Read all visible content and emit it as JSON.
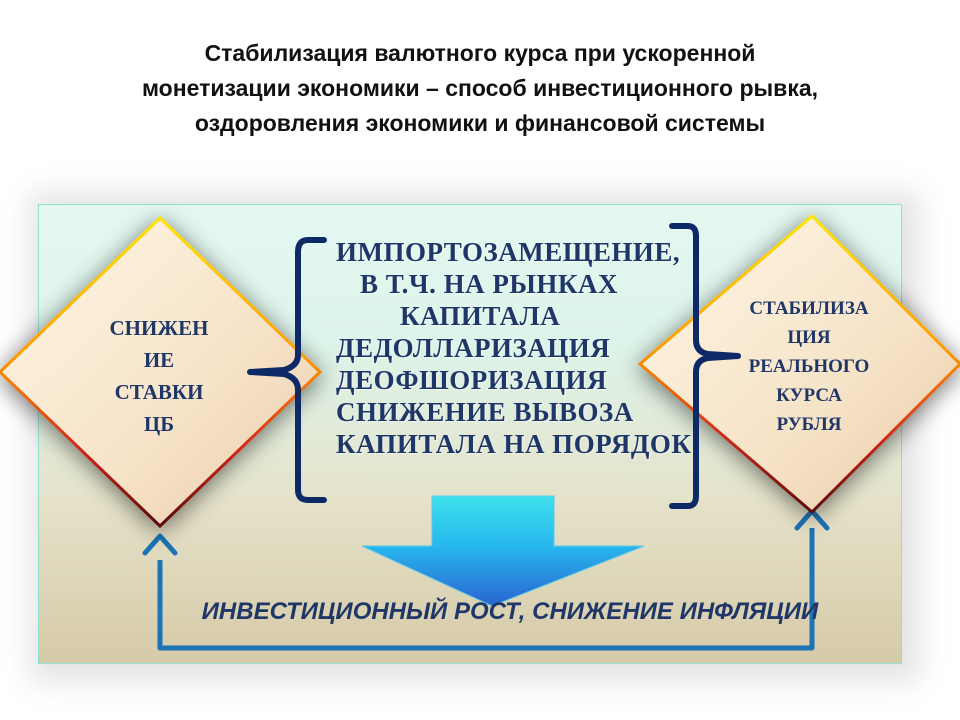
{
  "title": {
    "line1": "Стабилизация валютного курса при ускоренной",
    "line2": "монетизации экономики – способ инвестиционного рывка,",
    "line3": "оздоровления экономики и финансовой системы"
  },
  "left_node": {
    "lines": [
      "СНИЖЕН",
      "ИЕ",
      "СТАВКИ",
      "ЦБ"
    ]
  },
  "right_node": {
    "lines": [
      "СТАБИЛИЗА",
      "ЦИЯ",
      "РЕАЛЬНОГО",
      "КУРСА",
      "РУБЛЯ"
    ]
  },
  "center_block": {
    "lines": [
      "ИМПОРТОЗАМЕЩЕНИЕ,",
      "В Т.Ч. НА РЫНКАХ",
      "КАПИТАЛА",
      "ДЕДОЛЛАРИЗАЦИЯ",
      "ДЕОФШОРИЗАЦИЯ",
      "СНИЖЕНИЕ ВЫВОЗА",
      "КАПИТАЛА НА ПОРЯДОК"
    ]
  },
  "result": {
    "label": "ИНВЕСТИЦИОННЫЙ РОСТ, СНИЖЕНИЕ ИНФЛЯЦИИ"
  },
  "colors": {
    "text_dark_blue": "#1f3768",
    "connector_blue": "#1c74b4",
    "brace_navy": "#0d2a66",
    "arrow_cyan": "#27c6f0",
    "arrow_blue": "#2a73d6"
  }
}
